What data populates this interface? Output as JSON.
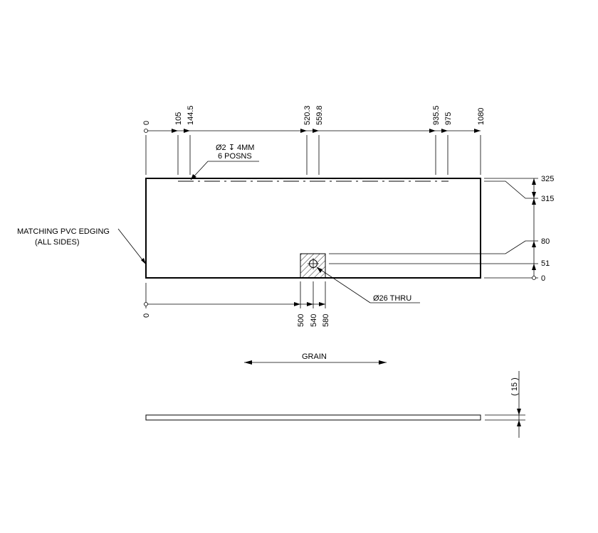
{
  "drawing": {
    "top_dimensions": [
      "0",
      "105",
      "144.5",
      "520.3",
      "559.8",
      "935.5",
      "975",
      "1080"
    ],
    "bottom_dimensions": [
      "0",
      "500",
      "540",
      "580"
    ],
    "right_dimensions": [
      "325",
      "315",
      "80",
      "51",
      "0"
    ],
    "hole_note": {
      "line1": "Ø2 ↧ 4MM",
      "line2": "6 POSNS"
    },
    "edging_note": {
      "line1": "MATCHING PVC EDGING",
      "line2": "(ALL SIDES)"
    },
    "thru_note": "Ø26 THRU",
    "grain_label": "GRAIN",
    "thickness_label": "( 15 )"
  }
}
